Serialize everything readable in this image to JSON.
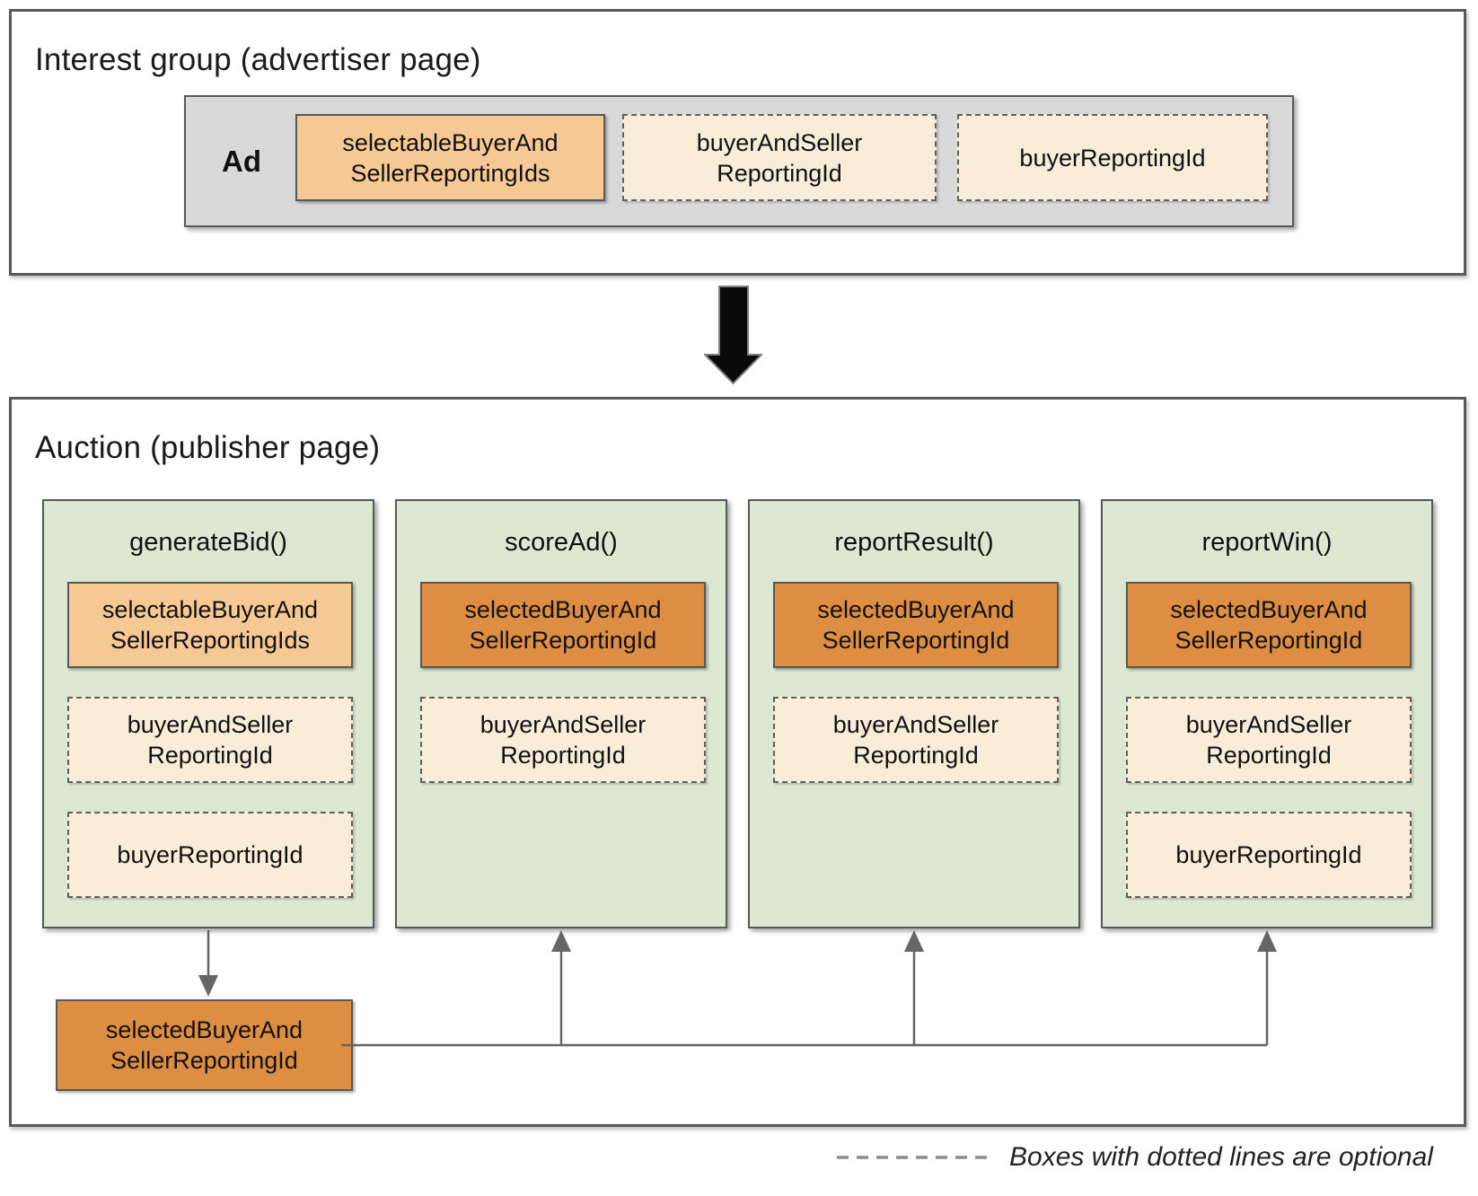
{
  "interest_group": {
    "title": "Interest group (advertiser page)",
    "ad_label": "Ad",
    "boxes": [
      {
        "label": "selectableBuyerAnd\nSellerReportingIds",
        "variant": "solid-tan",
        "optional": false
      },
      {
        "label": "buyerAndSeller\nReportingId",
        "variant": "dashed-cream",
        "optional": true
      },
      {
        "label": "buyerReportingId",
        "variant": "dashed-cream",
        "optional": true
      }
    ]
  },
  "auction": {
    "title": "Auction (publisher page)",
    "columns": [
      {
        "title": "generateBid()",
        "boxes": [
          {
            "label": "selectableBuyerAnd\nSellerReportingIds",
            "variant": "solid-tan",
            "optional": false
          },
          {
            "label": "buyerAndSeller\nReportingId",
            "variant": "dashed-cream",
            "optional": true
          },
          {
            "label": "buyerReportingId",
            "variant": "dashed-cream",
            "optional": true
          }
        ]
      },
      {
        "title": "scoreAd()",
        "boxes": [
          {
            "label": "selectedBuyerAnd\nSellerReportingId",
            "variant": "solid-orange",
            "optional": false
          },
          {
            "label": "buyerAndSeller\nReportingId",
            "variant": "dashed-cream",
            "optional": true
          }
        ]
      },
      {
        "title": "reportResult()",
        "boxes": [
          {
            "label": "selectedBuyerAnd\nSellerReportingId",
            "variant": "solid-orange",
            "optional": false
          },
          {
            "label": "buyerAndSeller\nReportingId",
            "variant": "dashed-cream",
            "optional": true
          }
        ]
      },
      {
        "title": "reportWin()",
        "boxes": [
          {
            "label": "selectedBuyerAnd\nSellerReportingId",
            "variant": "solid-orange",
            "optional": false
          },
          {
            "label": "buyerAndSeller\nReportingId",
            "variant": "dashed-cream",
            "optional": true
          },
          {
            "label": "buyerReportingId",
            "variant": "dashed-cream",
            "optional": true
          }
        ]
      }
    ],
    "output_box": {
      "label": "selectedBuyerAnd\nSellerReportingId",
      "variant": "solid-orange"
    }
  },
  "legend": {
    "text": "Boxes with dotted lines are optional"
  },
  "colors": {
    "border_gray": "#595959",
    "ad_fill": "#d9d9d9",
    "tan": "#f5c894",
    "orange": "#dd8e42",
    "cream": "#f9ecd9",
    "green": "#dde8d3",
    "connector": "#666666",
    "arrow_black": "#0a0a0a",
    "legend_dash": "#8c8c8c"
  }
}
